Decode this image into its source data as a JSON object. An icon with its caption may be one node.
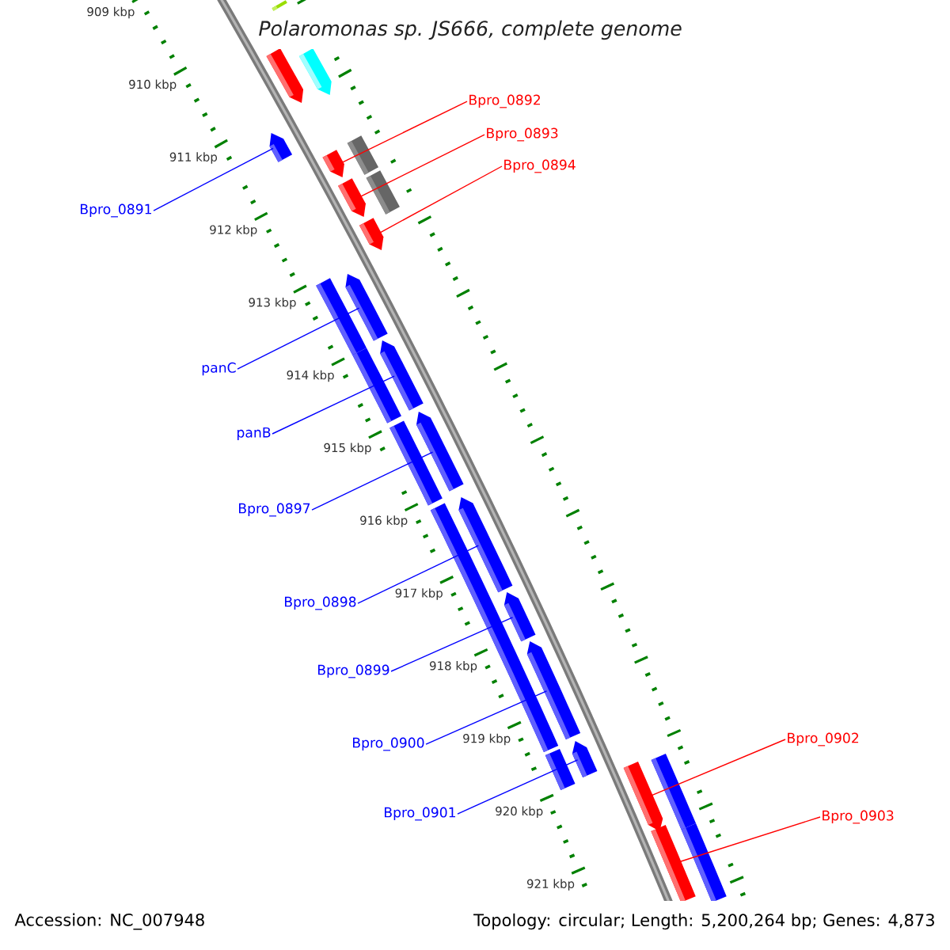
{
  "diagram": {
    "title": "Polaromonas sp. JS666, complete genome",
    "nodes": [
      {
        "text": [
          "Bpro_0891"
        ]
      },
      {
        "text": [
          "Bpro_0892"
        ]
      },
      {
        "text": [
          "Bpro_0893"
        ]
      },
      {
        "text": [
          "Bpro_0894"
        ]
      },
      {
        "text": [
          "panC"
        ]
      },
      {
        "text": [
          "panB"
        ]
      },
      {
        "text": [
          "Bpro_0897"
        ]
      },
      {
        "text": [
          "Bpro_0898"
        ]
      },
      {
        "text": [
          "Bpro_0899"
        ]
      },
      {
        "text": [
          "Bpro_0900"
        ]
      },
      {
        "text": [
          "Bpro_0901"
        ]
      },
      {
        "text": [
          "Bpro_0902"
        ]
      },
      {
        "text": [
          "Bpro_0903"
        ]
      },
      {
        "text": [],
        "shape": "arrow"
      },
      {
        "text": [],
        "shape": "bar"
      },
      {
        "text": [],
        "shape": "arrow"
      },
      {
        "text": [],
        "shape": "arrow"
      },
      {
        "text": [],
        "shape": "bar"
      },
      {
        "text": [],
        "shape": "arrow"
      },
      {
        "text": [],
        "shape": "bar"
      },
      {
        "text": [],
        "shape": "arrow"
      },
      {
        "text": [],
        "shape": "arrow"
      },
      {
        "text": [],
        "shape": "arrow"
      },
      {
        "text": [],
        "shape": "bar"
      },
      {
        "text": [],
        "shape": "arrow"
      },
      {
        "text": [],
        "shape": "bar"
      },
      {
        "text": [],
        "shape": "arrow"
      },
      {
        "text": [],
        "shape": "bar"
      },
      {
        "text": [],
        "shape": "arrow"
      },
      {
        "text": [],
        "shape": "bar"
      },
      {
        "text": [],
        "shape": "arrow"
      },
      {
        "text": [],
        "shape": "arrow"
      },
      {
        "text": [],
        "shape": "arrow"
      },
      {
        "text": [],
        "shape": "bar"
      },
      {
        "text": [],
        "shape": "bar"
      },
      {
        "text": [],
        "shape": "arrow"
      },
      {
        "text": [],
        "shape": "bar"
      },
      {
        "text": [],
        "shape": "bar"
      }
    ],
    "edges": [
      {
        "from": 0,
        "to": 16,
        "arrow": "none"
      },
      {
        "from": 1,
        "to": 18,
        "arrow": "none",
        "color": "#ff0000"
      },
      {
        "from": 2,
        "to": 20,
        "arrow": "none",
        "color": "#ff0000"
      },
      {
        "from": 3,
        "to": 21,
        "arrow": "none",
        "color": "#ff0000"
      },
      {
        "from": 4,
        "to": 22,
        "arrow": "none"
      },
      {
        "from": 5,
        "to": 24,
        "arrow": "none"
      },
      {
        "from": 6,
        "to": 26,
        "arrow": "none"
      },
      {
        "from": 7,
        "to": 28,
        "arrow": "none"
      },
      {
        "from": 8,
        "to": 30,
        "arrow": "none"
      },
      {
        "from": 9,
        "to": 31,
        "arrow": "none"
      },
      {
        "from": 10,
        "to": 32,
        "arrow": "none"
      },
      {
        "from": 11,
        "to": 35,
        "arrow": "none",
        "color": "#ff0000"
      },
      {
        "from": 12,
        "to": 37,
        "arrow": "none",
        "color": "#ff0000"
      }
    ],
    "labels": [
      "909 kbp",
      "910 kbp",
      "911 kbp",
      "912 kbp",
      "913 kbp",
      "914 kbp",
      "915 kbp",
      "916 kbp",
      "917 kbp",
      "918 kbp",
      "919 kbp",
      "920 kbp",
      "921 kbp",
      "Accession: NC_007948",
      "Topology: circular; Length: 5,200,264 bp; Genes: 4,873"
    ]
  }
}
